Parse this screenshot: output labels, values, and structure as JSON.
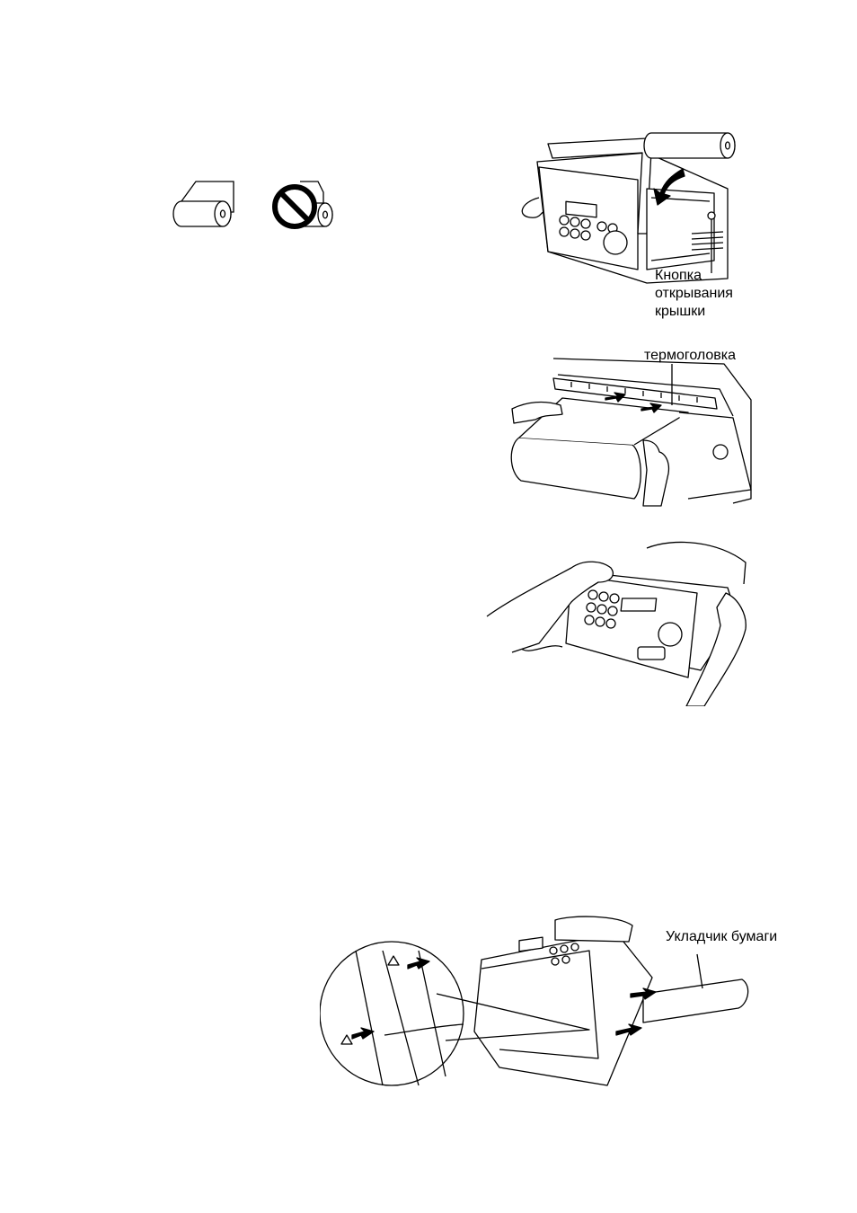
{
  "labels": {
    "cover_button": [
      "Кнопка",
      "открывания",
      "крышки"
    ],
    "thermal_head": "термоголовка",
    "paper_stacker": "Укладчик бумаги"
  },
  "icons": {
    "roll_correct": "paper-roll-correct-icon",
    "roll_wrong": "paper-roll-wrong-icon",
    "prohibited": "prohibited-icon"
  },
  "colors": {
    "ink": "#000000",
    "paper": "#ffffff"
  }
}
